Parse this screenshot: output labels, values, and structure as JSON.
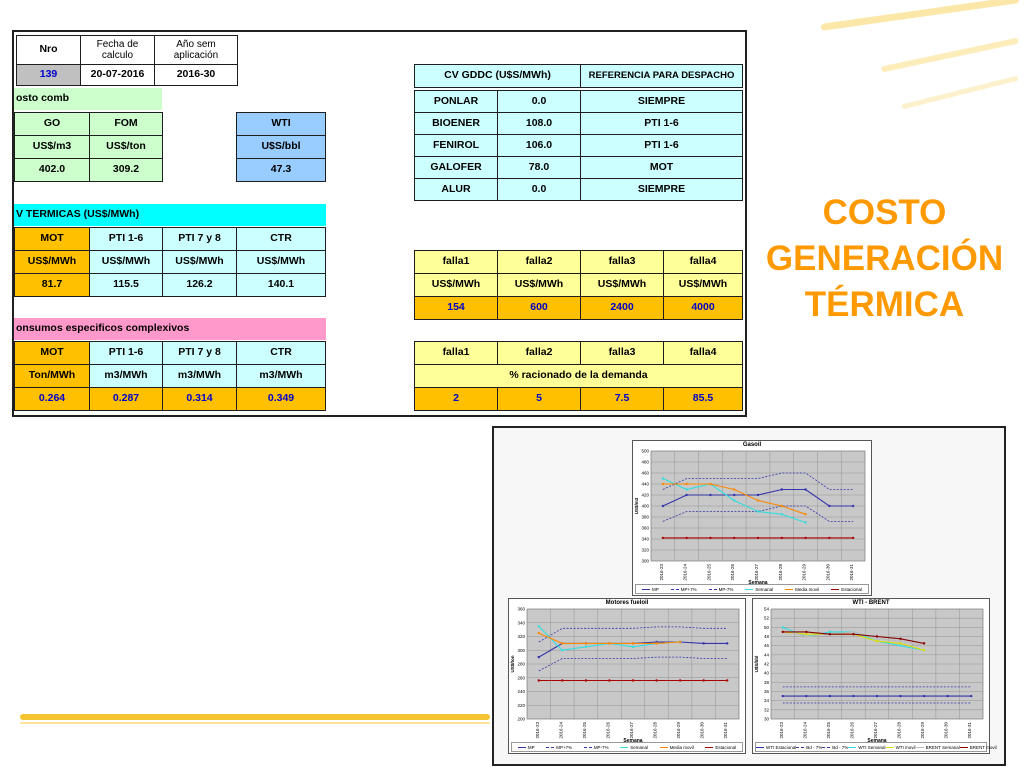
{
  "title": {
    "line1": "COSTO",
    "line2": "GENERACIÓN",
    "line3": "TÉRMICA"
  },
  "sheet": {
    "hdr": {
      "nro": "Nro",
      "fecha": "Fecha de calculo",
      "anio": "Año sem aplicación"
    },
    "row1": {
      "nro": "139",
      "fecha": "20-07-2016",
      "anio": "2016-30"
    },
    "costo_label": "osto comb",
    "fuel": {
      "go": "GO",
      "fom": "FOM",
      "wti": "WTI",
      "go_u": "US$/m3",
      "fom_u": "US$/ton",
      "wti_u": "U$S/bbl",
      "go_v": "402.0",
      "fom_v": "309.2",
      "wti_v": "47.3"
    },
    "cv_label": "V TERMICAS (US$/MWh)",
    "cv": {
      "h": [
        "MOT",
        "PTI 1-6",
        "PTI 7 y 8",
        "CTR"
      ],
      "u": [
        "US$/MWh",
        "US$/MWh",
        "US$/MWh",
        "US$/MWh"
      ],
      "v": [
        "81.7",
        "115.5",
        "126.2",
        "140.1"
      ]
    },
    "cons_label": "onsumos especificos complexivos",
    "cons": {
      "h": [
        "MOT",
        "PTI 1-6",
        "PTI 7 y 8",
        "CTR"
      ],
      "u": [
        "Ton/MWh",
        "m3/MWh",
        "m3/MWh",
        "m3/MWh"
      ],
      "v": [
        "0.264",
        "0.287",
        "0.314",
        "0.349"
      ]
    },
    "gddc": {
      "title": "CV GDDC (U$S/MWh)",
      "ref": "REFERENCIA PARA DESPACHO",
      "rows": [
        {
          "name": "PONLAR",
          "val": "0.0",
          "ref": "SIEMPRE"
        },
        {
          "name": "BIOENER",
          "val": "108.0",
          "ref": "PTI 1-6"
        },
        {
          "name": "FENIROL",
          "val": "106.0",
          "ref": "PTI 1-6"
        },
        {
          "name": "GALOFER",
          "val": "78.0",
          "ref": "MOT"
        },
        {
          "name": "ALUR",
          "val": "0.0",
          "ref": "SIEMPRE"
        }
      ]
    },
    "falla": {
      "h": [
        "falla1",
        "falla2",
        "falla3",
        "falla4"
      ],
      "u": [
        "US$/MWh",
        "US$/MWh",
        "US$/MWh",
        "US$/MWh"
      ],
      "v": [
        "154",
        "600",
        "2400",
        "4000"
      ]
    },
    "falla2": {
      "h": [
        "falla1",
        "falla2",
        "falla3",
        "falla4"
      ],
      "label": "% racionado de la demanda",
      "v": [
        "2",
        "5",
        "7.5",
        "85.5"
      ]
    }
  },
  "colors": {
    "title": "#ff9900",
    "green": "#ccffcc",
    "blue": "#99ccff",
    "cyan": "#00ffff",
    "yellow": "#ffff99",
    "orange": "#ffc000",
    "pink": "#ff99cc"
  },
  "chart_data": [
    {
      "type": "line",
      "title": "Gasoil",
      "xlabel": "Semana",
      "ylabel": "US$/m3",
      "categories": [
        "2016-23",
        "2016-24",
        "2016-25",
        "2016-26",
        "2016-27",
        "2016-28",
        "2016-29",
        "2016-30",
        "2016-31"
      ],
      "ylim": [
        300,
        500
      ],
      "yticks": [
        "300",
        "320",
        "340",
        "360",
        "380",
        "400",
        "420",
        "440",
        "460",
        "480",
        "500"
      ],
      "series": [
        {
          "name": "MP",
          "color": "#3333aa",
          "values": [
            400,
            420,
            420,
            420,
            420,
            430,
            430,
            400,
            400
          ]
        },
        {
          "name": "MP+7%",
          "color": "#3333aa",
          "dashed": true,
          "values": [
            430,
            450,
            450,
            450,
            450,
            460,
            460,
            430,
            430
          ]
        },
        {
          "name": "MP-7%",
          "color": "#3333aa",
          "dashed": true,
          "values": [
            372,
            390,
            390,
            390,
            390,
            400,
            400,
            372,
            372
          ]
        },
        {
          "name": "Semanal",
          "color": "#33dddd",
          "values": [
            450,
            430,
            440,
            410,
            390,
            385,
            370,
            null,
            null
          ]
        },
        {
          "name": "Media movil",
          "color": "#ff8800",
          "values": [
            440,
            440,
            440,
            430,
            410,
            400,
            385,
            null,
            null
          ]
        },
        {
          "name": "Estacional",
          "color": "#aa0000",
          "values": [
            342,
            342,
            342,
            342,
            342,
            342,
            342,
            342,
            342
          ]
        }
      ]
    },
    {
      "type": "line",
      "title": "Motores fueloil",
      "xlabel": "Semana",
      "ylabel": "US$/ton",
      "categories": [
        "2016-23",
        "2016-24",
        "2016-25",
        "2016-26",
        "2016-27",
        "2016-28",
        "2016-29",
        "2016-30",
        "2016-31"
      ],
      "ylim": [
        200,
        360
      ],
      "yticks": [
        "200",
        "220",
        "240",
        "260",
        "280",
        "300",
        "320",
        "340",
        "360"
      ],
      "series": [
        {
          "name": "MP",
          "color": "#3333aa",
          "values": [
            290,
            310,
            310,
            310,
            310,
            312,
            312,
            310,
            310
          ]
        },
        {
          "name": "MP+7%",
          "color": "#3333aa",
          "dashed": true,
          "values": [
            312,
            332,
            332,
            332,
            332,
            334,
            334,
            332,
            332
          ]
        },
        {
          "name": "MP-7%",
          "color": "#3333aa",
          "dashed": true,
          "values": [
            270,
            288,
            288,
            288,
            288,
            290,
            290,
            288,
            288
          ]
        },
        {
          "name": "Semanal",
          "color": "#33dddd",
          "values": [
            335,
            300,
            305,
            310,
            305,
            310,
            312,
            null,
            null
          ]
        },
        {
          "name": "Media movil",
          "color": "#ff8800",
          "values": [
            325,
            310,
            310,
            310,
            310,
            310,
            312,
            null,
            null
          ]
        },
        {
          "name": "Estacional",
          "color": "#aa0000",
          "values": [
            256,
            256,
            256,
            256,
            256,
            256,
            256,
            256,
            256
          ]
        }
      ]
    },
    {
      "type": "line",
      "title": "WTI - BRENT",
      "xlabel": "Semana",
      "ylabel": "U$S/bbl",
      "categories": [
        "2016-23",
        "2016-24",
        "2016-25",
        "2016-26",
        "2016-27",
        "2016-28",
        "2016-29",
        "2016-30",
        "2016-31"
      ],
      "ylim": [
        30,
        54
      ],
      "yticks": [
        "30",
        "32",
        "34",
        "36",
        "38",
        "40",
        "42",
        "44",
        "46",
        "48",
        "50",
        "52",
        "54"
      ],
      "series": [
        {
          "name": "WTI Estacional",
          "color": "#3333aa",
          "values": [
            35,
            35,
            35,
            35,
            35,
            35,
            35,
            35,
            35
          ]
        },
        {
          "name": "Bd - 7%",
          "color": "#3333aa",
          "dashed": true,
          "values": [
            37,
            37,
            37,
            37,
            37,
            37,
            37,
            37,
            37
          ]
        },
        {
          "name": "Bd - 7%",
          "color": "#3333aa",
          "dashed": true,
          "values": [
            33.5,
            33.5,
            33.5,
            33.5,
            33.5,
            33.5,
            33.5,
            33.5,
            33.5
          ]
        },
        {
          "name": "WTI Semanal",
          "color": "#33dddd",
          "values": [
            50,
            48,
            49,
            49,
            47,
            46,
            45,
            null,
            null
          ]
        },
        {
          "name": "WTI movil",
          "color": "#dddd00",
          "values": [
            49,
            48.5,
            48.5,
            48.5,
            47,
            46.5,
            45,
            null,
            null
          ]
        },
        {
          "name": "BRENT Semanal",
          "color": "#bbbbbb",
          "values": [
            49.5,
            48,
            48.5,
            49,
            47.5,
            47,
            46,
            null,
            null
          ]
        },
        {
          "name": "BRENT movil",
          "color": "#880000",
          "values": [
            49,
            49,
            48.5,
            48.5,
            48,
            47.5,
            46.5,
            null,
            null
          ]
        }
      ]
    }
  ]
}
